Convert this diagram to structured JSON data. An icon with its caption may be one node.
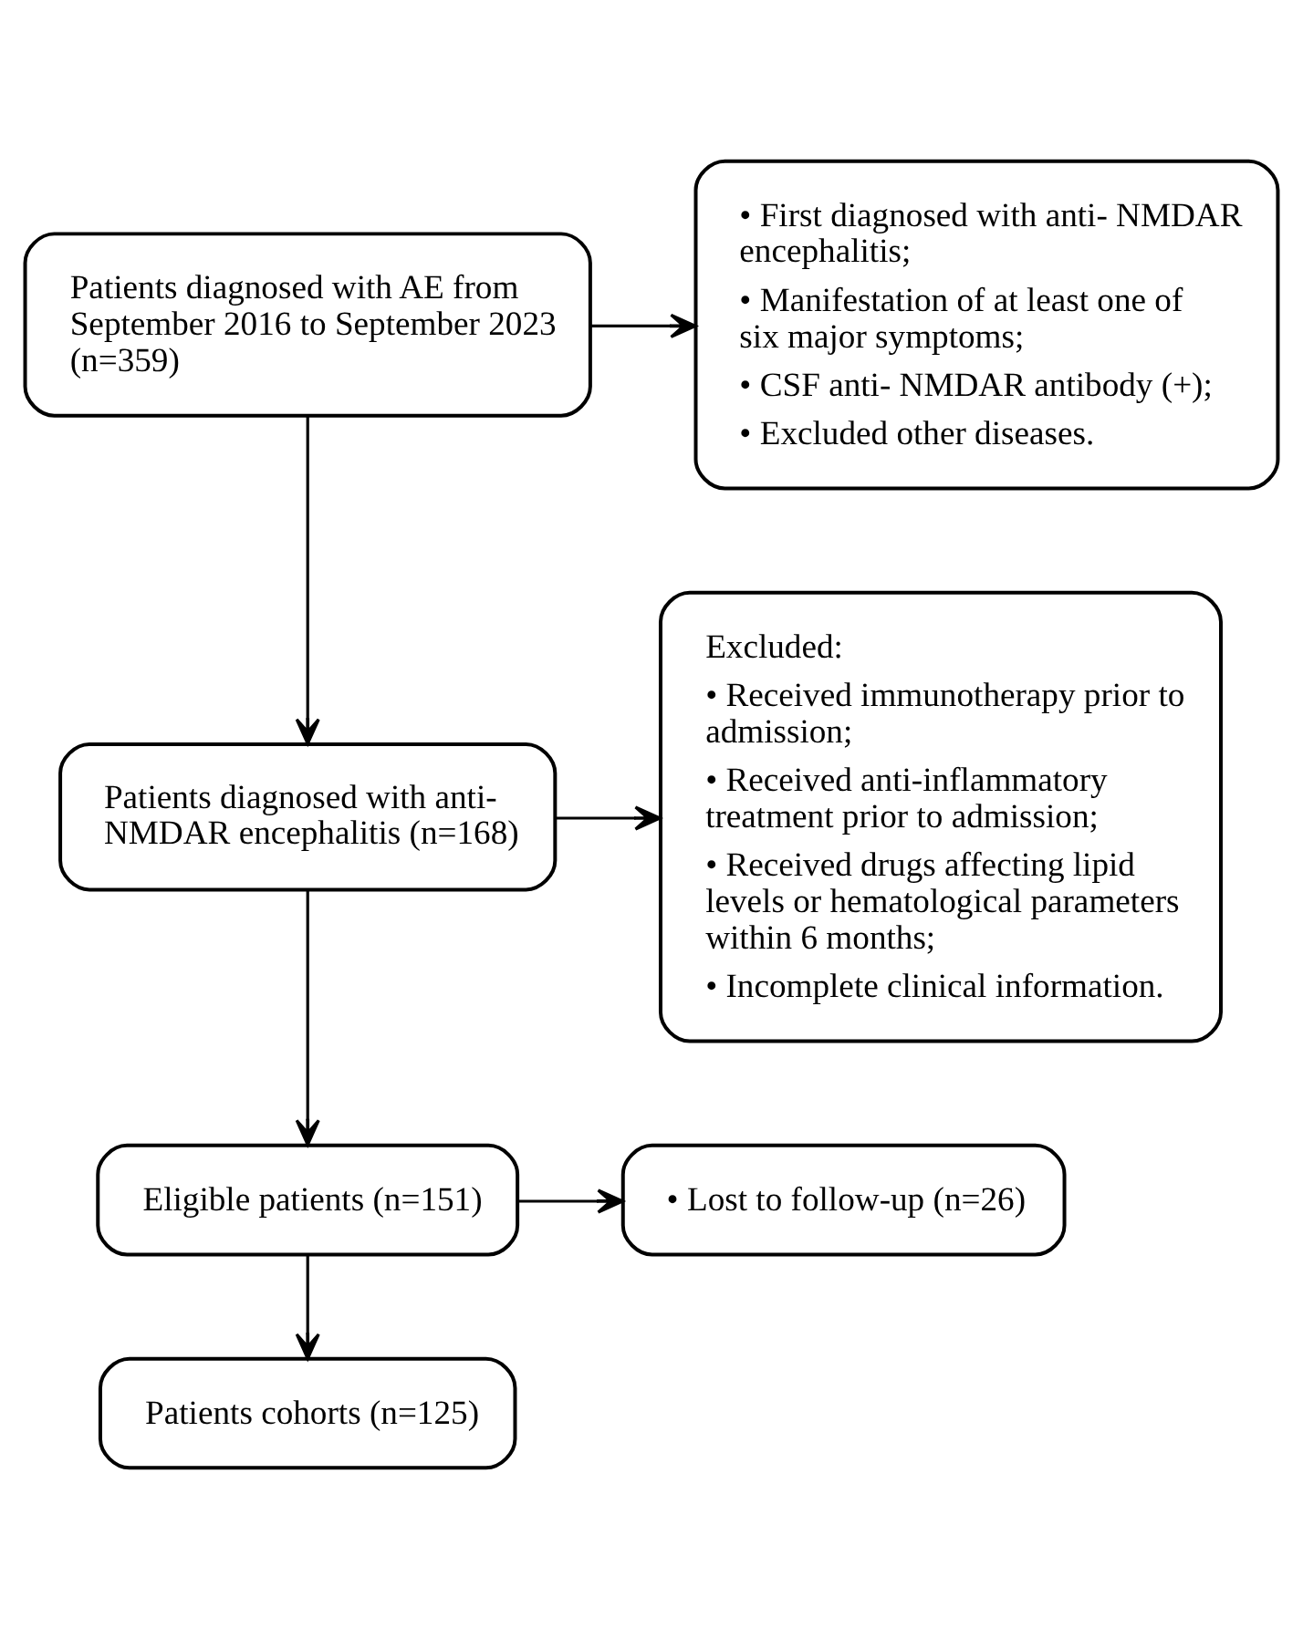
{
  "diagram": {
    "nodes": [
      {
        "text": [
          "Patients diagnosed with AE from September 2016 to September 2023 (n=359)"
        ]
      },
      {
        "text": [
          "• First diagnosed with anti- NMDAR encephalitis;",
          "• Manifestation of at least one of six major symptoms;",
          "• CSF anti- NMDAR antibody (+);",
          "• Excluded other diseases."
        ]
      },
      {
        "text": [
          "Patients diagnosed with anti- NMDAR encephalitis (n=168)"
        ]
      },
      {
        "text": [
          "Excluded:",
          "• Received immunotherapy prior to admission;",
          "• Received anti-inflammatory treatment prior to admission;",
          "• Received drugs affecting lipid levels or hematological parameters within 6 months;",
          "• Incomplete clinical information."
        ]
      },
      {
        "text": [
          "Eligible patients (n=151)"
        ]
      },
      {
        "text": [
          "• Lost to follow-up (n=26)"
        ]
      },
      {
        "text": [
          "Patients cohorts (n=125)"
        ]
      }
    ],
    "edges": [
      {
        "from": 0,
        "to": 2,
        "arrow": "to"
      },
      {
        "from": 0,
        "to": 1,
        "arrow": "to"
      },
      {
        "from": 2,
        "to": 4,
        "arrow": "to"
      },
      {
        "from": 2,
        "to": 3,
        "arrow": "to"
      },
      {
        "from": 4,
        "to": 6,
        "arrow": "to"
      },
      {
        "from": 4,
        "to": 5,
        "arrow": "to"
      }
    ]
  }
}
